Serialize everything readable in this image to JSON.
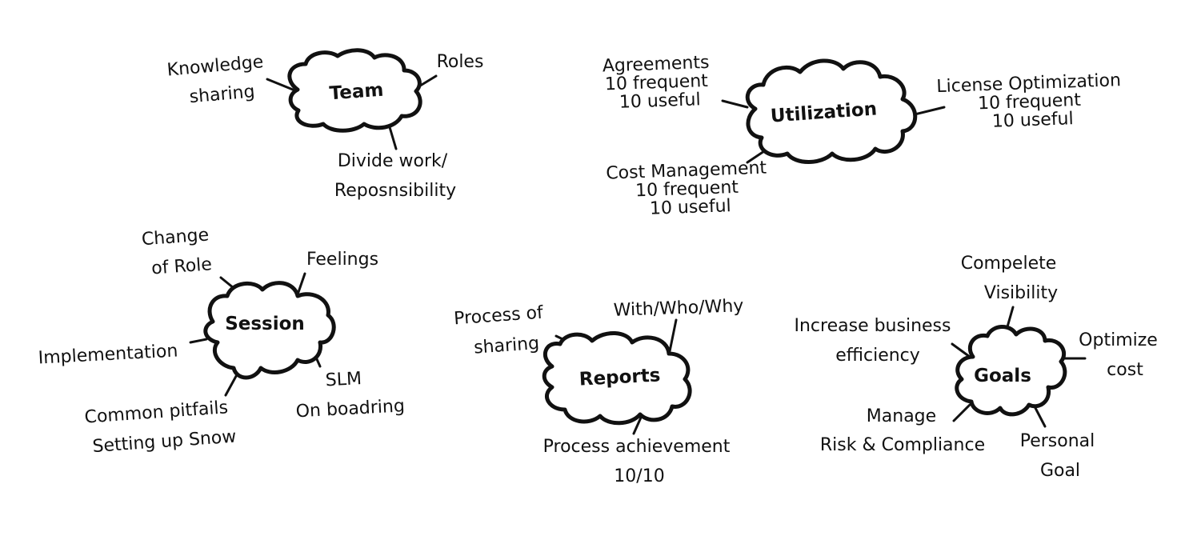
{
  "clusters": {
    "team": {
      "title": "Team",
      "knowledge": [
        "Knowledge",
        "sharing"
      ],
      "roles": "Roles",
      "divide": [
        "Divide work/",
        "Reposnsibility"
      ]
    },
    "utilization": {
      "title": "Utilization",
      "agreements": [
        "Agreements",
        "10 frequent",
        "10 useful"
      ],
      "license": [
        "License Optimization",
        "10 frequent",
        "10 useful"
      ],
      "cost": [
        "Cost Management",
        "10 frequent",
        "10 useful"
      ]
    },
    "session": {
      "title": "Session",
      "change_role": [
        "Change",
        "of Role"
      ],
      "feelings": "Feelings",
      "implementation": "Implementation",
      "pitfalls": [
        "Common pitfails",
        "Setting up Snow"
      ],
      "slm": [
        "SLM",
        "On boadring"
      ]
    },
    "reports": {
      "title": "Reports",
      "process_sharing": [
        "Process of",
        "sharing"
      ],
      "with_who_why": "With/Who/Why",
      "achievement": [
        "Process achievement",
        "10/10"
      ]
    },
    "goals": {
      "title": "Goals",
      "visibility": [
        "Compelete",
        "Visibility"
      ],
      "efficiency": [
        "Increase business",
        "efficiency"
      ],
      "optimize": [
        "Optimize",
        "cost"
      ],
      "risk": [
        "Manage",
        "Risk & Compliance"
      ],
      "personal": [
        "Personal",
        "Goal"
      ]
    }
  },
  "colors": {
    "ink": "#111111",
    "background": "#ffffff"
  }
}
